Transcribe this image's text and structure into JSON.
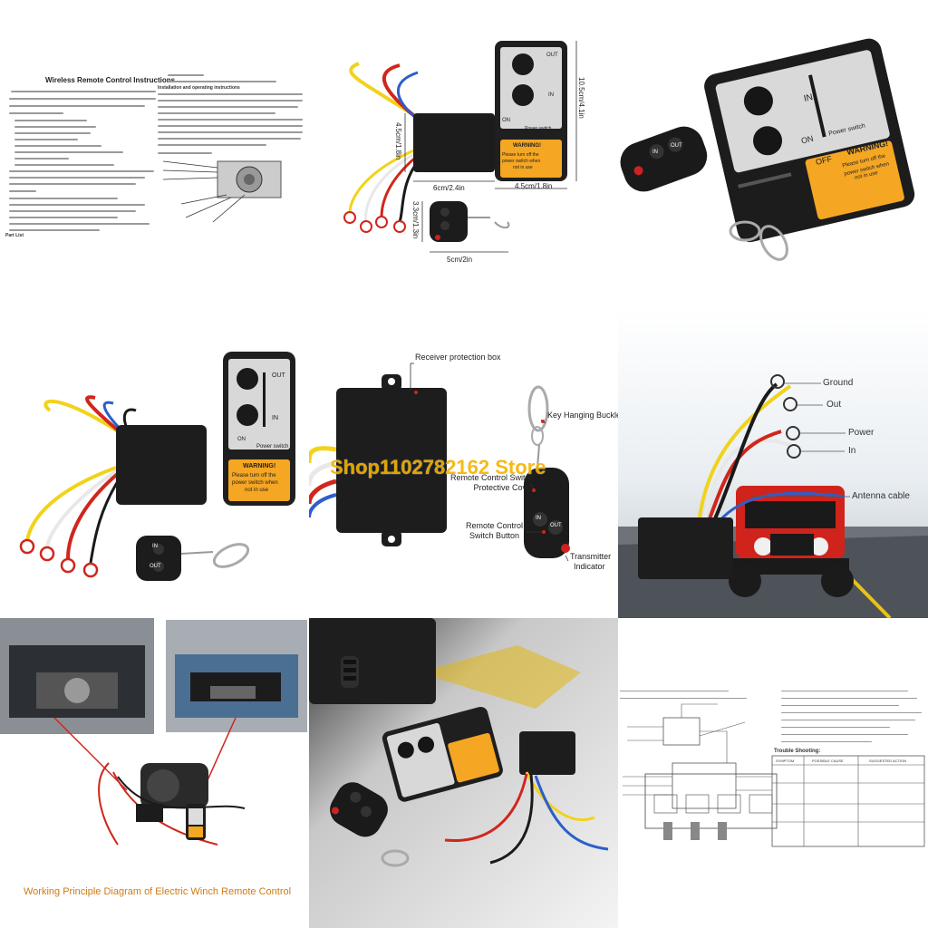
{
  "manual": {
    "title": "Wireless Remote Control Instructions",
    "section": "Installation and operating instructions",
    "part_list": "Part List"
  },
  "dimensions": {
    "remote_height": "10.5cm/4.1in",
    "remote_width": "4.5cm/1.8in",
    "receiver_height": "4.5cm/1.8in",
    "receiver_width": "6cm/2.4in",
    "fob_height": "3.3cm/1.3in",
    "fob_width": "5cm/2in"
  },
  "remote": {
    "out": "OUT",
    "in": "IN",
    "on": "ON",
    "off": "OFF",
    "power_switch": "Power switch",
    "warning": "WARNING!",
    "warning_text_1": "Please turn off the",
    "warning_text_2": "power switch when",
    "warning_text_3": "not in use"
  },
  "fob": {
    "in": "IN",
    "out": "OUT"
  },
  "callouts": {
    "receiver_box": "Receiver protection box",
    "key_buckle": "Key Hanging Buckle",
    "switch_cover_1": "Remote Control Switch",
    "switch_cover_2": "Protective Cover",
    "switch_button_1": "Remote Control",
    "switch_button_2": "Switch Button",
    "indicator_1": "Transmitter",
    "indicator_2": "Indicator"
  },
  "wires": {
    "ground": "Ground",
    "out": "Out",
    "power": "Power",
    "in": "In",
    "antenna": "Antenna cable"
  },
  "watermark": "Shop1102782162 Store",
  "caption": "Working Principle Diagram of Electric Winch Remote Control",
  "trouble": {
    "title": "Trouble Shooting:",
    "headers": [
      "SYMPTOM",
      "POSSIBLE CAUSE",
      "SUGGESTED ACTION"
    ]
  },
  "colors": {
    "warning_yellow": "#f5a623",
    "wire_red": "#d0261c",
    "wire_yellow": "#f2d21b",
    "wire_blue": "#2c5fc9",
    "wire_black": "#1a1a1a",
    "caption_orange": "#d07a15",
    "jeep_red": "#d0231c"
  }
}
